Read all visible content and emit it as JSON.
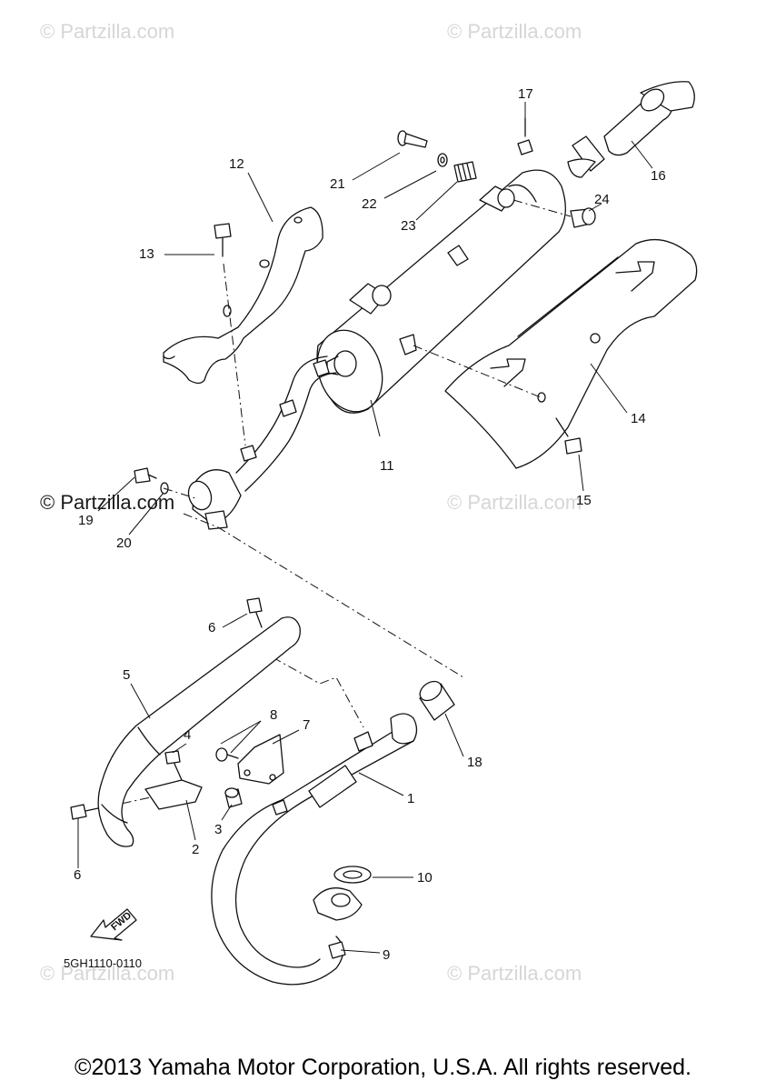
{
  "watermarks": {
    "top_left": "© Partzilla.com",
    "top_right": "© Partzilla.com",
    "mid_left": "© Partzilla.com",
    "mid_right": "© Partzilla.com",
    "bottom_left": "© Partzilla.com",
    "bottom_right": "© Partzilla.com"
  },
  "callouts": {
    "c1": "1",
    "c2": "2",
    "c3": "3",
    "c4": "4",
    "c5": "5",
    "c6a": "6",
    "c6b": "6",
    "c7": "7",
    "c8": "8",
    "c9": "9",
    "c10": "10",
    "c11": "11",
    "c12": "12",
    "c13": "13",
    "c14": "14",
    "c15": "15",
    "c16": "16",
    "c17": "17",
    "c18": "18",
    "c19": "19",
    "c20": "20",
    "c21": "21",
    "c22": "22",
    "c23": "23",
    "c24": "24"
  },
  "fwd_label": "FWD",
  "part_code": "5GH1110-0110",
  "copyright": "©2013 Yamaha Motor Corporation, U.S.A. All rights reserved."
}
